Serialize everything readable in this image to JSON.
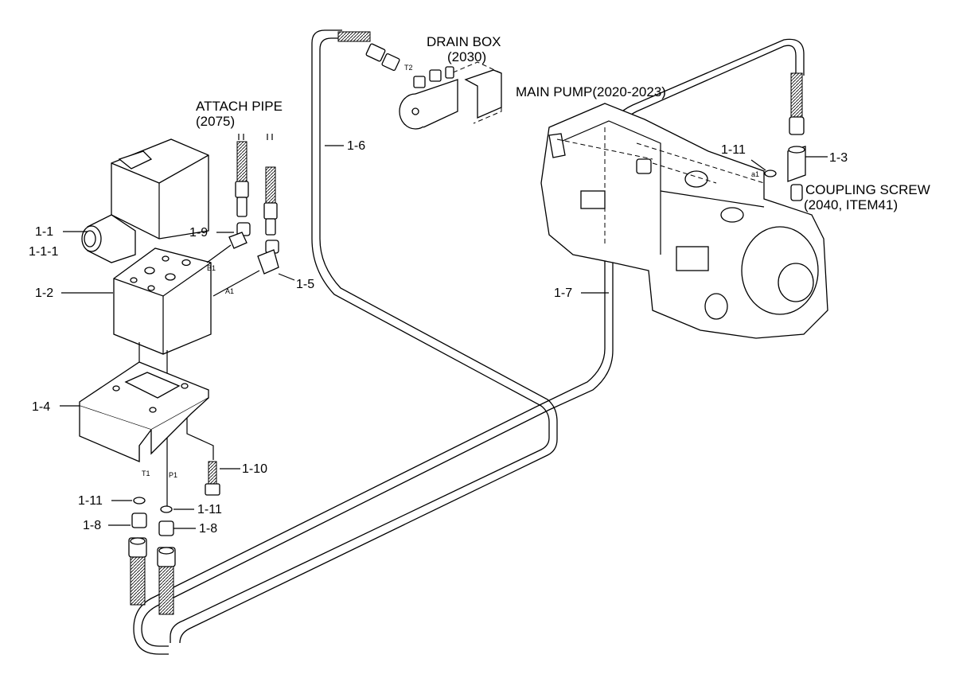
{
  "titles": {
    "drain_box": "DRAIN BOX",
    "drain_box_no": "(2030)",
    "main_pump": "MAIN PUMP(2020-2023)",
    "attach_pipe": "ATTACH PIPE",
    "attach_pipe_no": "(2075)",
    "coupling_screw": "COUPLING SCREW",
    "coupling_screw_no": "(2040, ITEM41)"
  },
  "callouts": {
    "c_1_1": "1-1",
    "c_1_1_1": "1-1-1",
    "c_1_2": "1-2",
    "c_1_3": "1-3",
    "c_1_4": "1-4",
    "c_1_5": "1-5",
    "c_1_6": "1-6",
    "c_1_7": "1-7",
    "c_1_8_left": "1-8",
    "c_1_8_right": "1-8",
    "c_1_9": "1-9",
    "c_1_10": "1-10",
    "c_1_11_left": "1-11",
    "c_1_11_right": "1-11",
    "c_1_11_top": "1-11"
  },
  "ports": {
    "t2": "T2",
    "b1": "B1",
    "a1": "A1",
    "a1_pump": "a1",
    "t1": "T1",
    "p1": "P1"
  }
}
